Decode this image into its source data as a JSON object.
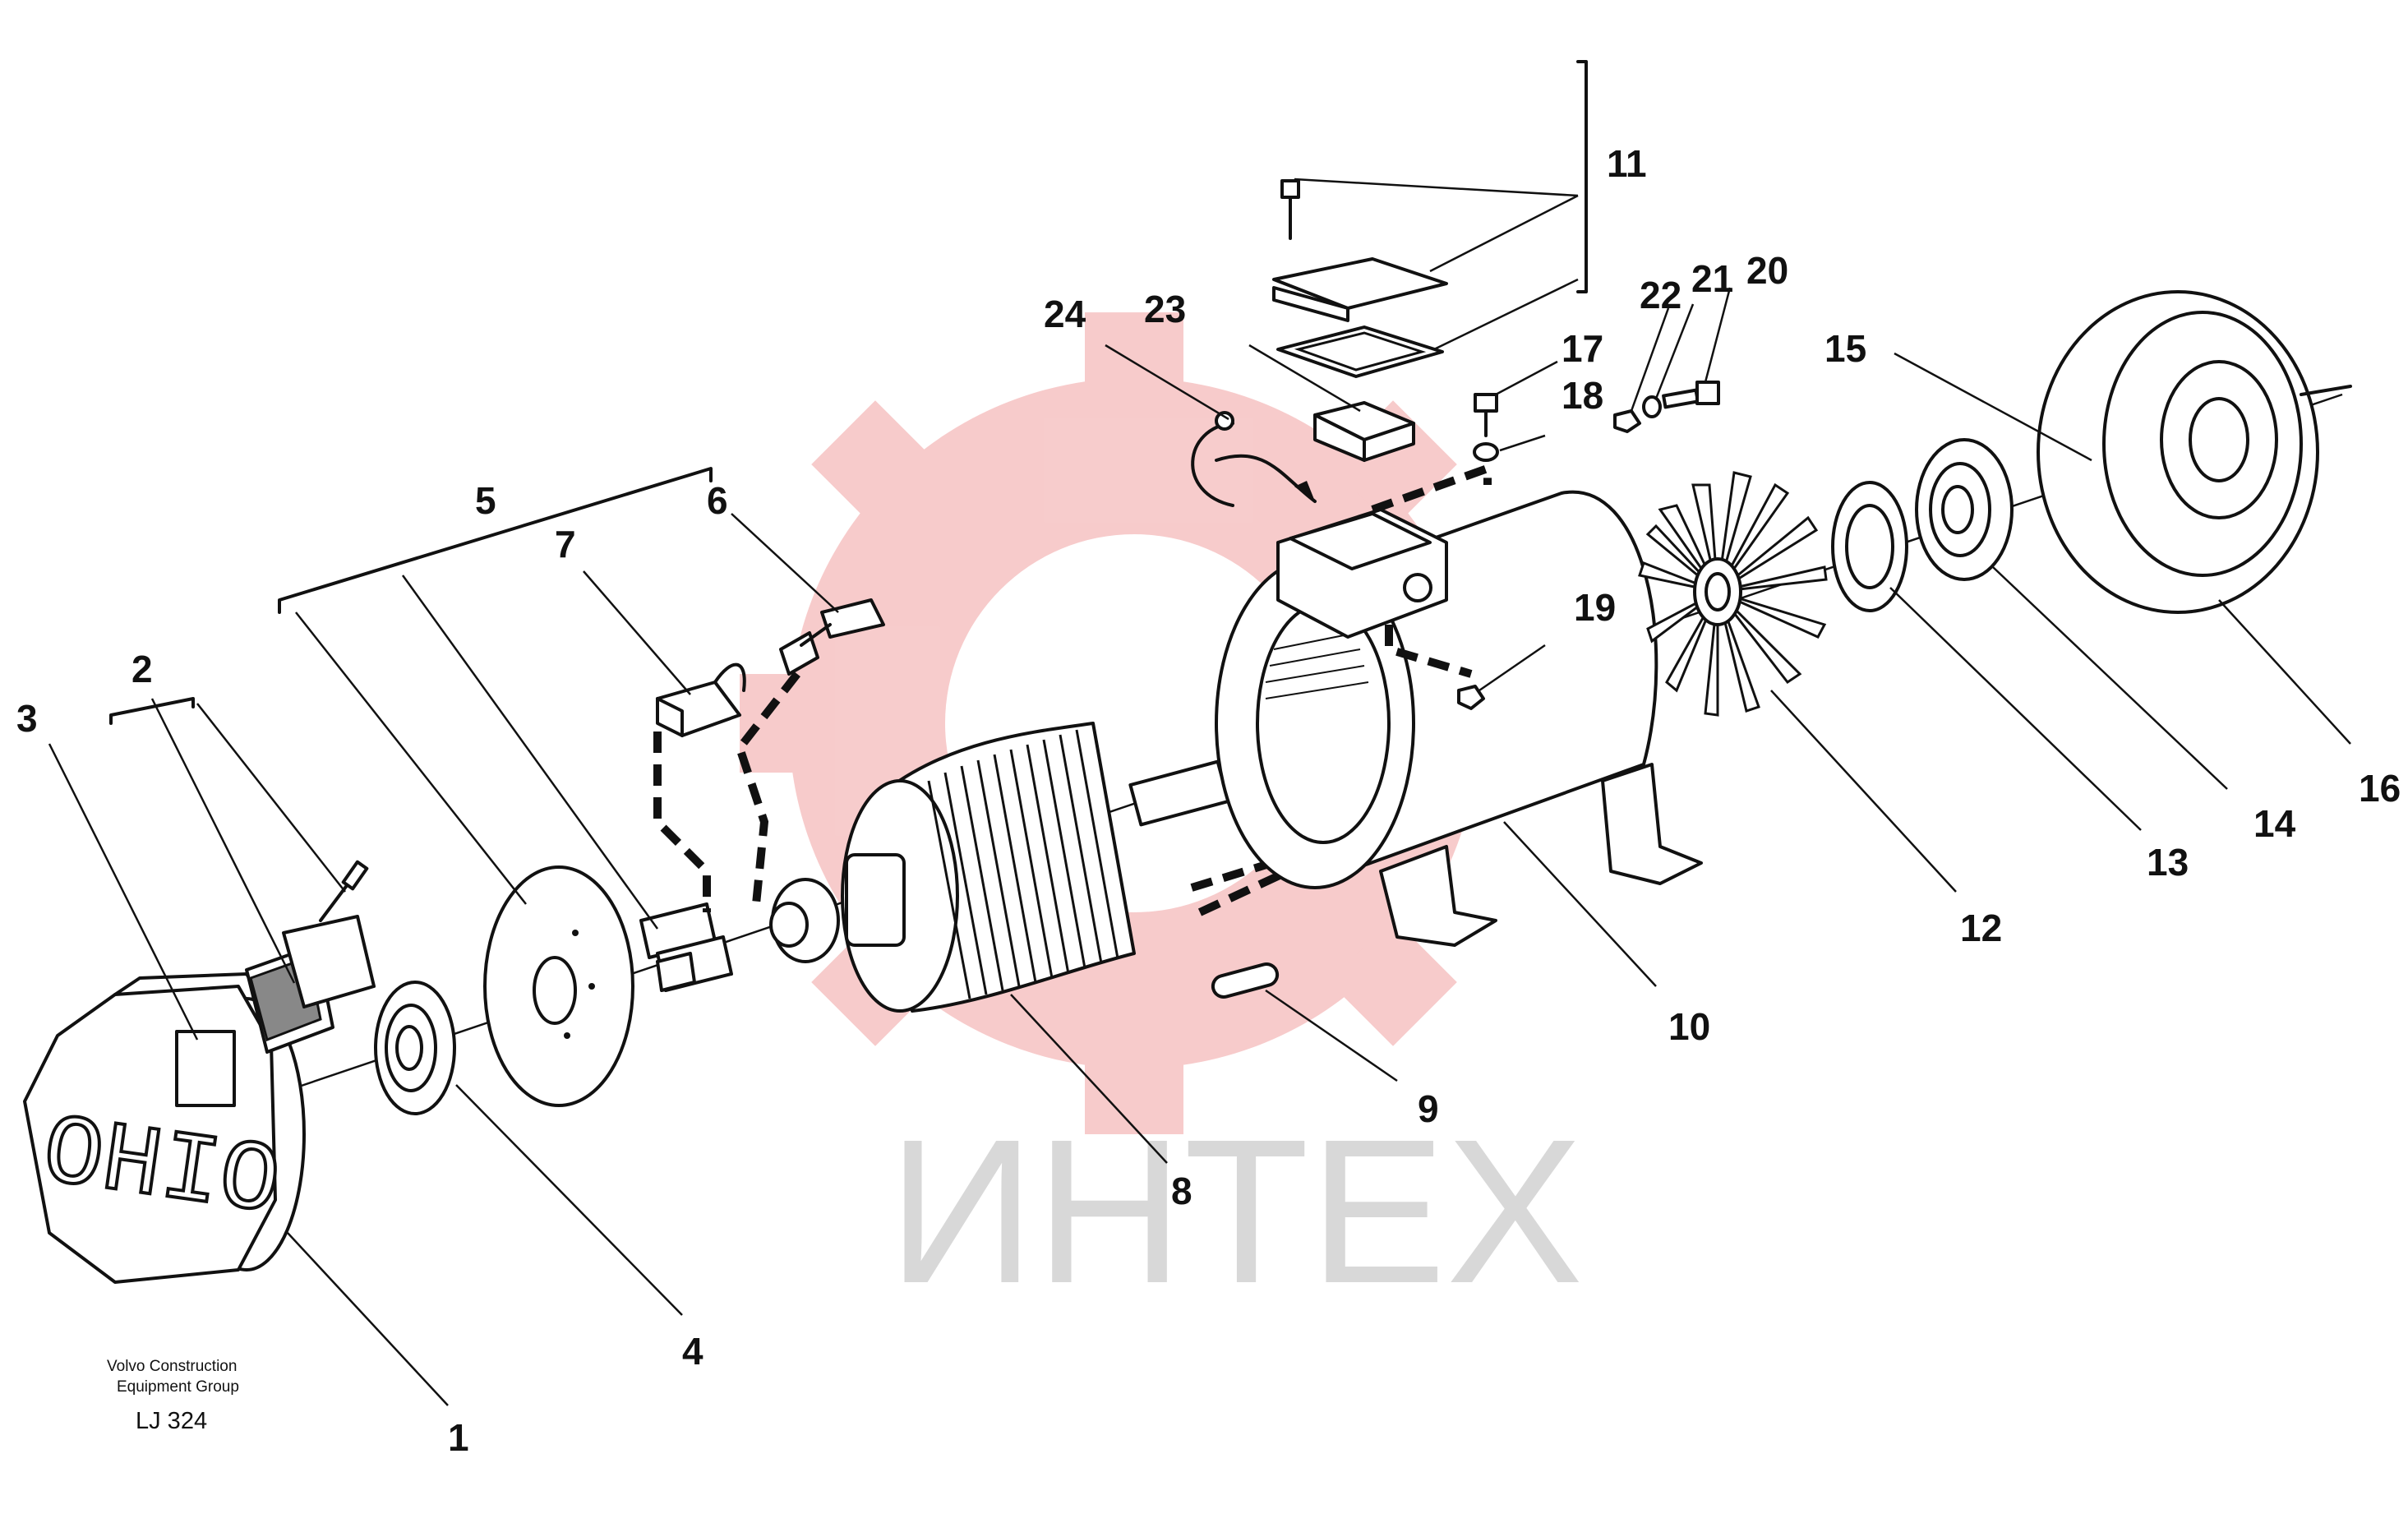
{
  "watermark": {
    "text": "ИНТЕХ",
    "gear_color": "#f7c9c9",
    "text_color": "#d8d8d8"
  },
  "footer": {
    "line1": "Volvo Construction",
    "line2": "Equipment Group",
    "code": "LJ 324"
  },
  "end_cover_marking": "OHIO",
  "callouts": [
    {
      "id": "1",
      "label": "1"
    },
    {
      "id": "2",
      "label": "2"
    },
    {
      "id": "3",
      "label": "3"
    },
    {
      "id": "4",
      "label": "4"
    },
    {
      "id": "5",
      "label": "5"
    },
    {
      "id": "6",
      "label": "6"
    },
    {
      "id": "7",
      "label": "7"
    },
    {
      "id": "8",
      "label": "8"
    },
    {
      "id": "9",
      "label": "9"
    },
    {
      "id": "10",
      "label": "10"
    },
    {
      "id": "11",
      "label": "11"
    },
    {
      "id": "12",
      "label": "12"
    },
    {
      "id": "13",
      "label": "13"
    },
    {
      "id": "14",
      "label": "14"
    },
    {
      "id": "15",
      "label": "15"
    },
    {
      "id": "16",
      "label": "16"
    },
    {
      "id": "17",
      "label": "17"
    },
    {
      "id": "18",
      "label": "18"
    },
    {
      "id": "19",
      "label": "19"
    },
    {
      "id": "20",
      "label": "20"
    },
    {
      "id": "21",
      "label": "21"
    },
    {
      "id": "22",
      "label": "22"
    },
    {
      "id": "23",
      "label": "23"
    },
    {
      "id": "24",
      "label": "24"
    }
  ]
}
